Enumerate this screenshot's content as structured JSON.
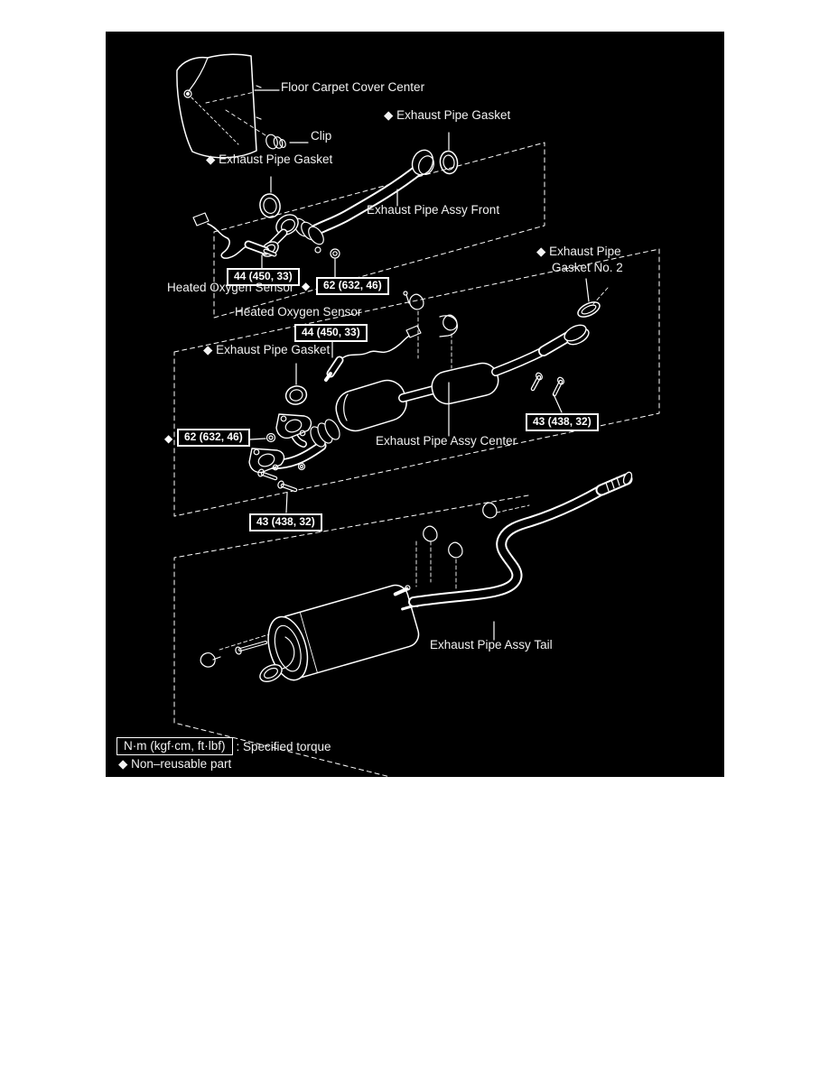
{
  "colors": {
    "page_background": "#ffffff",
    "diagram_background": "#000000",
    "line_color": "#ffffff"
  },
  "diagram": {
    "labels": {
      "floor_carpet_cover": "Floor Carpet Cover Center",
      "clip": "Clip",
      "gasket_front_right": "◆ Exhaust Pipe Gasket",
      "gasket_front_left": "◆ Exhaust Pipe Gasket",
      "assy_front": "Exhaust Pipe Assy Front",
      "heated_oxygen_sensor_1": "Heated Oxygen Sensor",
      "heated_oxygen_sensor_2": "Heated Oxygen Sensor",
      "gasket_center": "◆ Exhaust Pipe Gasket",
      "gasket_no2_line1": "◆ Exhaust Pipe",
      "gasket_no2_line2": "Gasket No. 2",
      "assy_center": "Exhaust Pipe Assy Center",
      "assy_tail": "Exhaust Pipe Assy Tail",
      "diamond_marker": "◆"
    },
    "torques": {
      "front_sensor": "44 (450, 33)",
      "front_flange": "62 (632, 46)",
      "center_sensor": "44 (450, 33)",
      "center_flange": "62 (632, 46)",
      "center_rear_bolts": "43 (438, 32)",
      "center_front_bolts": "43 (438, 32)"
    },
    "legend": {
      "unit_box": "N·m (kgf·cm, ft·lbf)",
      "unit_desc": ": Specified torque",
      "non_reusable": "◆ Non–reusable part"
    }
  }
}
